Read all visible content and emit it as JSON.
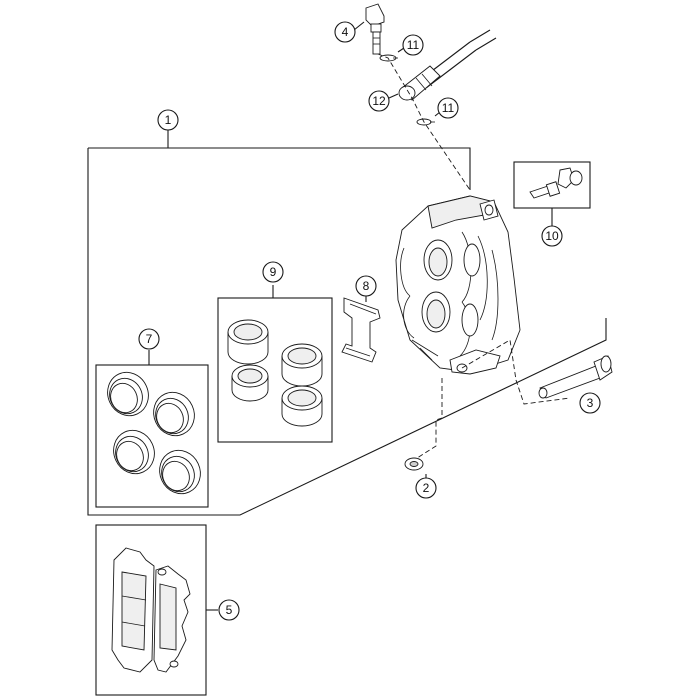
{
  "callouts": {
    "c1": "1",
    "c2": "2",
    "c3": "3",
    "c4": "4",
    "c5": "5",
    "c7": "7",
    "c8": "8",
    "c9": "9",
    "c10": "10",
    "c11a": "11",
    "c11b": "11",
    "c12": "12"
  }
}
